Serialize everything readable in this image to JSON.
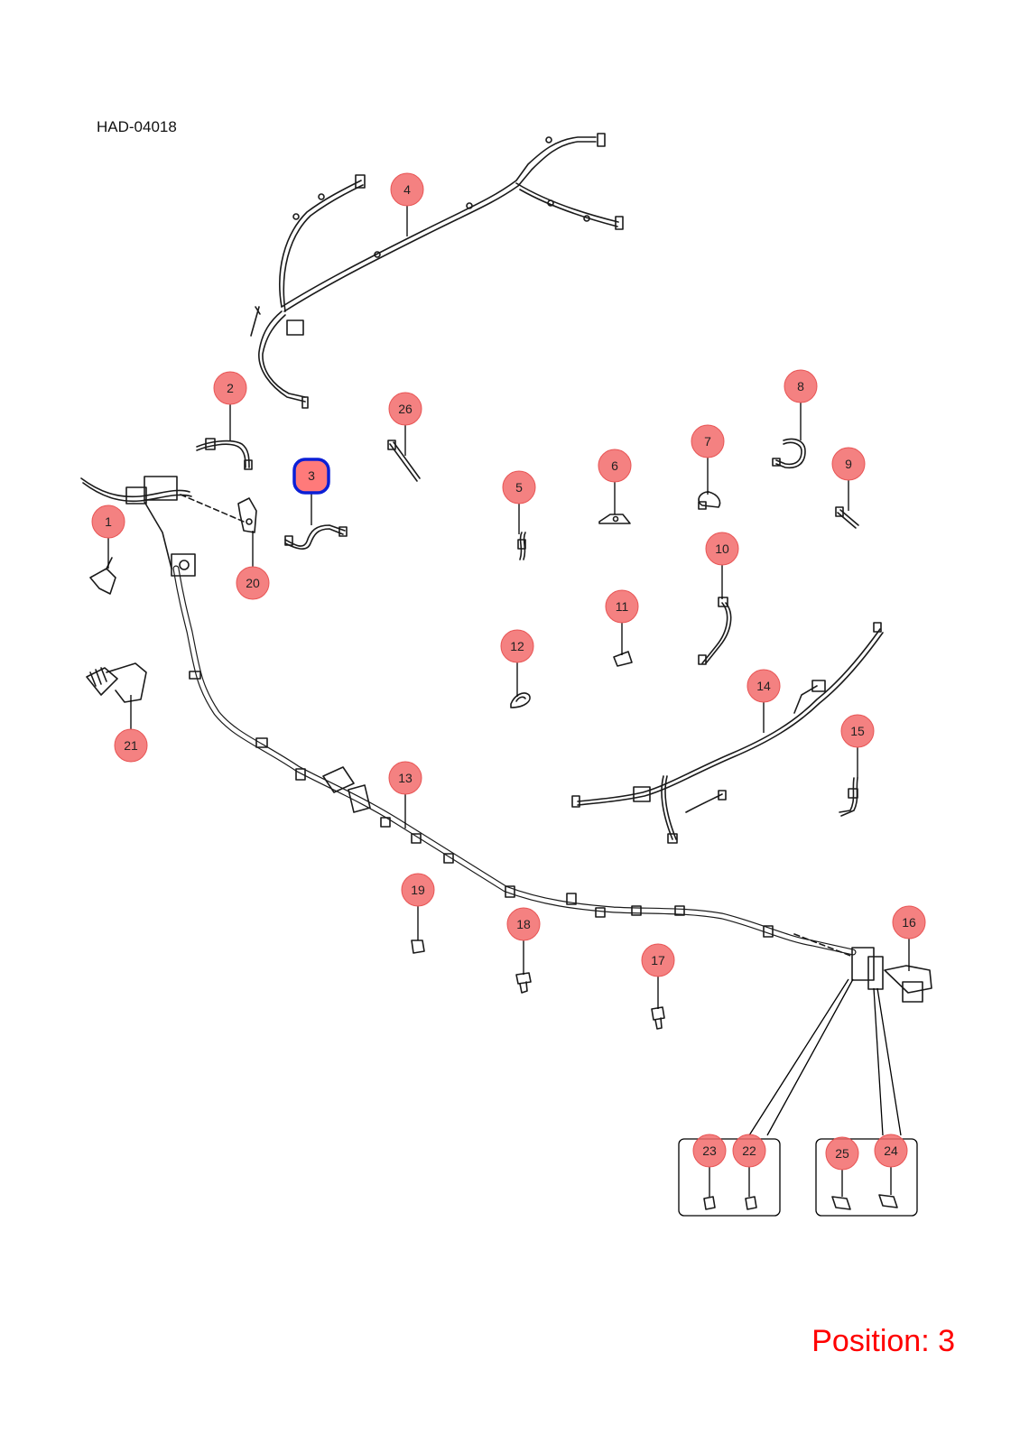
{
  "doc_code": "HAD-04018",
  "position_label": "Position: 3",
  "selected_callout": "3",
  "callouts": [
    {
      "id": "1",
      "label": "1"
    },
    {
      "id": "2",
      "label": "2"
    },
    {
      "id": "3",
      "label": "3"
    },
    {
      "id": "4",
      "label": "4"
    },
    {
      "id": "5",
      "label": "5"
    },
    {
      "id": "6",
      "label": "6"
    },
    {
      "id": "7",
      "label": "7"
    },
    {
      "id": "8",
      "label": "8"
    },
    {
      "id": "9",
      "label": "9"
    },
    {
      "id": "10",
      "label": "10"
    },
    {
      "id": "11",
      "label": "11"
    },
    {
      "id": "12",
      "label": "12"
    },
    {
      "id": "13",
      "label": "13"
    },
    {
      "id": "14",
      "label": "14"
    },
    {
      "id": "15",
      "label": "15"
    },
    {
      "id": "16",
      "label": "16"
    },
    {
      "id": "17",
      "label": "17"
    },
    {
      "id": "18",
      "label": "18"
    },
    {
      "id": "19",
      "label": "19"
    },
    {
      "id": "20",
      "label": "20"
    },
    {
      "id": "21",
      "label": "21"
    },
    {
      "id": "22",
      "label": "22"
    },
    {
      "id": "23",
      "label": "23"
    },
    {
      "id": "24",
      "label": "24"
    },
    {
      "id": "25",
      "label": "25"
    },
    {
      "id": "26",
      "label": "26"
    }
  ],
  "colors": {
    "callout_fill": "#f26b6b",
    "selected_outline": "#0b1fd6",
    "position_text": "#ff0000",
    "line_art": "#1a1a1a"
  }
}
